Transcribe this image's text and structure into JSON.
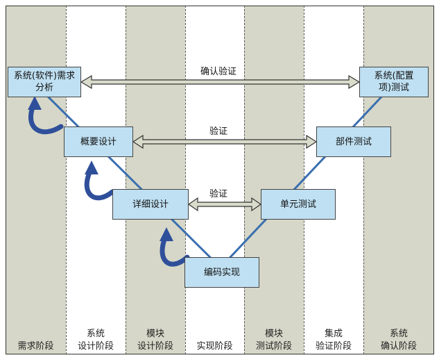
{
  "phases": [
    {
      "label": "需求阶段"
    },
    {
      "label": "系统\n设计阶段"
    },
    {
      "label": "模块\n设计阶段"
    },
    {
      "label": "实现阶段"
    },
    {
      "label": "模块\n测试阶段"
    },
    {
      "label": "集成\n验证阶段"
    },
    {
      "label": "系统\n确认阶段"
    }
  ],
  "boxes": {
    "req": "系统(软件)需求\n分析",
    "sys_design": "概要设计",
    "mod_design": "详细设计",
    "impl": "编码实现",
    "unit_test": "单元测试",
    "integ_test": "部件测试",
    "sys_test": "系统(配置\n项)测试"
  },
  "connections": {
    "top": "确认验证",
    "middle": "验证",
    "bottom": "验证"
  },
  "colors": {
    "box_fill": "#bfe0f2",
    "shaded_column": "#d6d7c8",
    "v_line": "#3a6fb0",
    "curl_arrow": "#2f4f9a",
    "double_arrow_fill": "#d9dccb"
  }
}
